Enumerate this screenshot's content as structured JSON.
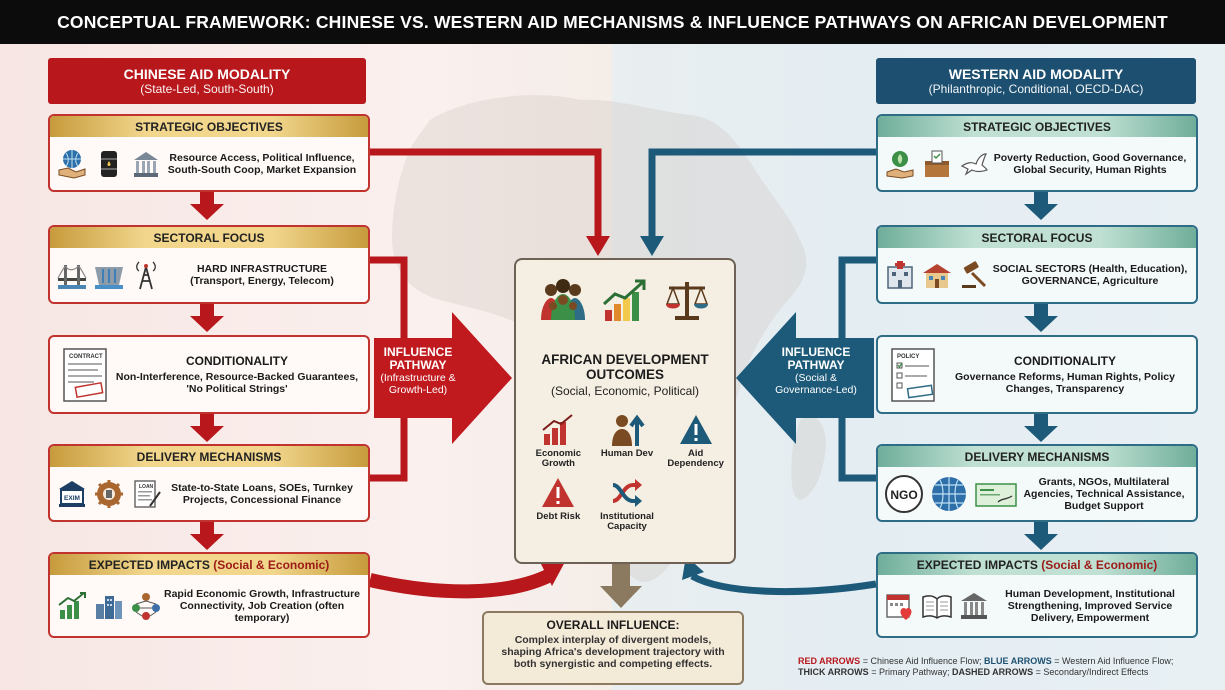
{
  "title": "CONCEPTUAL FRAMEWORK: CHINESE VS. WESTERN AID MECHANISMS & INFLUENCE PATHWAYS ON AFRICAN DEVELOPMENT",
  "colors": {
    "chinese": "#b8171c",
    "western": "#1d4f70",
    "neutral": "#8b7a5f"
  },
  "chinese": {
    "modality_title": "CHINESE AID MODALITY",
    "modality_sub": "(State-Led, South-South)",
    "strategic": {
      "header": "STRATEGIC OBJECTIVES",
      "text": "Resource Access, Political Influence, South-South Coop, Market Expansion",
      "icons": [
        "globe-handshake-icon",
        "oil-barrel-icon",
        "government-building-icon"
      ]
    },
    "sectoral": {
      "header": "SECTORAL FOCUS",
      "text_strong": "HARD INFRASTRUCTURE",
      "text": "(Transport, Energy, Telecom)",
      "icons": [
        "bridge-icon",
        "dam-icon",
        "radio-tower-icon"
      ]
    },
    "conditionality": {
      "title": "CONDITIONALITY",
      "text": "Non-Interference, Resource-Backed Guarantees, 'No Political Strings'",
      "icons": [
        "contract-document-icon"
      ],
      "icon_caption": "CONTRACT"
    },
    "delivery": {
      "header": "DELIVERY MECHANISMS",
      "text": "State-to-State Loans, SOEs, Turnkey Projects, Concessional Finance",
      "icons": [
        "bank-icon",
        "gear-building-icon",
        "loan-document-icon"
      ],
      "bank_label": "EXIM",
      "doc_label": "LOAN"
    },
    "impacts": {
      "header": "EXPECTED IMPACTS",
      "header_suffix": "(Social & Economic)",
      "text": "Rapid Economic Growth, Infrastructure Connectivity, Job Creation (often temporary)",
      "icons": [
        "growth-chart-icon",
        "city-buildings-icon",
        "people-network-icon"
      ]
    },
    "pathway": {
      "title": "INFLUENCE PATHWAY",
      "sub": "(Infrastructure & Growth-Led)"
    }
  },
  "western": {
    "modality_title": "WESTERN AID MODALITY",
    "modality_sub": "(Philanthropic, Conditional, OECD-DAC)",
    "strategic": {
      "header": "STRATEGIC OBJECTIVES",
      "text": "Poverty Reduction, Good Governance, Global Security, Human Rights",
      "icons": [
        "hand-plant-icon",
        "ballot-box-icon",
        "dove-icon"
      ]
    },
    "sectoral": {
      "header": "SECTORAL FOCUS",
      "text": "SOCIAL SECTORS (Health, Education), GOVERNANCE, Agriculture",
      "icons": [
        "hospital-icon",
        "school-icon",
        "gavel-icon"
      ]
    },
    "conditionality": {
      "title": "CONDITIONALITY",
      "text": "Governance Reforms, Human Rights, Policy Changes, Transparency",
      "icons": [
        "policy-document-icon"
      ],
      "icon_caption": "POLICY"
    },
    "delivery": {
      "header": "DELIVERY MECHANISMS",
      "text": "Grants, NGOs, Multilateral Agencies, Technical Assistance, Budget Support",
      "icons": [
        "ngo-badge-icon",
        "globe-icon",
        "check-icon"
      ],
      "ngo_label": "NGO"
    },
    "impacts": {
      "header": "EXPECTED IMPACTS",
      "header_suffix": "(Social & Economic)",
      "text": "Human Development, Institutional Strengthening, Improved Service Delivery, Empowerment",
      "icons": [
        "health-calendar-icon",
        "book-icon",
        "institution-icon"
      ]
    },
    "pathway": {
      "title": "INFLUENCE PATHWAY",
      "sub": "(Social & Governance-Led)"
    }
  },
  "outcomes": {
    "title": "AFRICAN DEVELOPMENT OUTCOMES",
    "sub": "(Social, Economic, Political)",
    "items": [
      {
        "label": "Economic Growth",
        "icon": "bar-growth-icon"
      },
      {
        "label": "Human Dev",
        "icon": "person-up-icon"
      },
      {
        "label": "Aid Dependency",
        "icon": "warning-blue-icon"
      },
      {
        "label": "Debt Risk",
        "icon": "warning-red-icon"
      },
      {
        "label": "Institutional Capacity",
        "icon": "crossing-arrows-icon"
      }
    ]
  },
  "overall": {
    "title": "OVERALL INFLUENCE:",
    "text": "Complex interplay of divergent models, shaping Africa's development trajectory with both synergistic and competing effects."
  },
  "legend": {
    "red": "RED ARROWS",
    "red_desc": "= Chinese Aid Influence Flow;",
    "blue": "BLUE ARROWS",
    "blue_desc": "= Western Aid Influence Flow;",
    "thick": "THICK ARROWS",
    "thick_desc": "= Primary Pathway;",
    "dashed": "DASHED ARROWS",
    "dashed_desc": "= Secondary/Indirect Effects"
  }
}
